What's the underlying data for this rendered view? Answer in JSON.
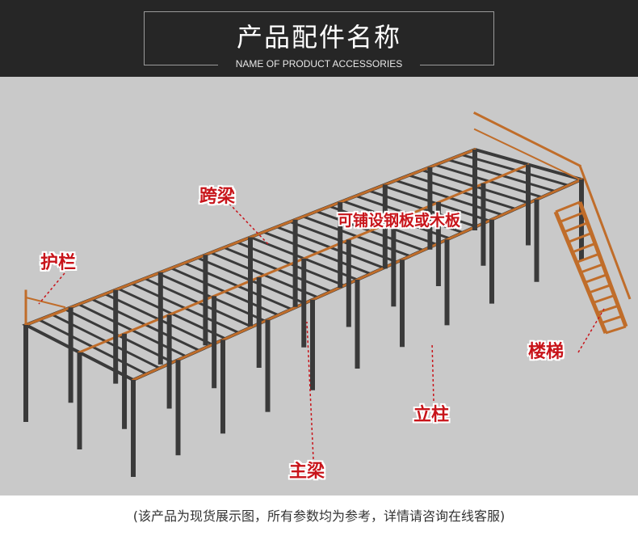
{
  "header": {
    "title": "产品配件名称",
    "subtitle": "NAME OF PRODUCT ACCESSORIES"
  },
  "labels": {
    "guardrail": "护栏",
    "cross_beam": "跨梁",
    "deck_note": "可铺设钢板或木板",
    "stairs": "楼梯",
    "column": "立柱",
    "main_beam": "主梁"
  },
  "footer": {
    "note": "(该产品为现货展示图，所有参数均为参考，详情请咨询在线客服)"
  },
  "colors": {
    "header_bg": "#262626",
    "scene_bg": "#c9c9c9",
    "steel_dark": "#3a3a3a",
    "steel_orange": "#c06d2a",
    "label_red": "#c8141a"
  }
}
